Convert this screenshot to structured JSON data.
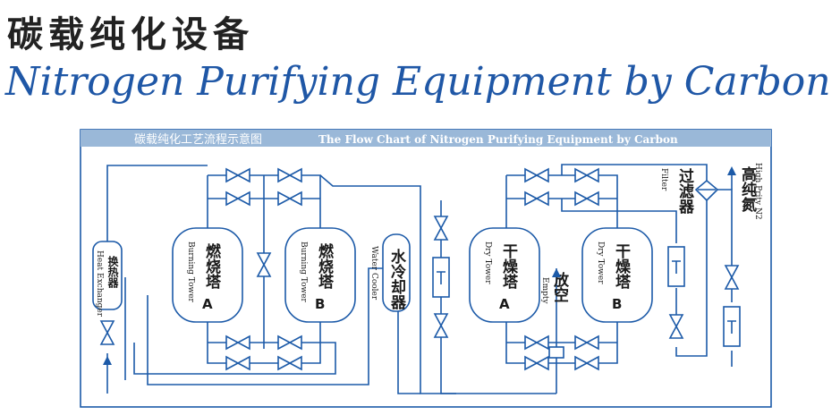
{
  "title_cn": "碳载纯化设备",
  "title_en": "Nitrogen Purifying Equipment by Carbon",
  "chart": {
    "banner_cn": "碳载纯化工艺流程示意图",
    "banner_en": "The Flow Chart of Nitrogen Purifying Equipment by Carbon",
    "heat_exchanger": {
      "cn": "换热器",
      "en": "Heat Exchanger"
    },
    "burning_tower_a": {
      "cn": "燃烧塔",
      "en": "Burning Tower",
      "tag": "A"
    },
    "burning_tower_b": {
      "cn": "燃烧塔",
      "en": "Burning Tower",
      "tag": "B"
    },
    "water_cooler": {
      "cn": "水冷却器",
      "en": "Water Cooler"
    },
    "dry_tower_a": {
      "cn": "干燥塔",
      "en": "Dry Tower",
      "tag": "A"
    },
    "dry_tower_b": {
      "cn": "干燥塔",
      "en": "Dry Tower",
      "tag": "B"
    },
    "empty": {
      "cn": "放空",
      "en": "Empty"
    },
    "filter": {
      "cn": "过滤器",
      "en": "Filter"
    },
    "high_purity": {
      "cn": "高纯氮",
      "en": "High Prity N2"
    },
    "colors": {
      "pipe": "#1c5aa8",
      "banner": "#9ab8d8",
      "title_en": "#1f57a6"
    }
  }
}
